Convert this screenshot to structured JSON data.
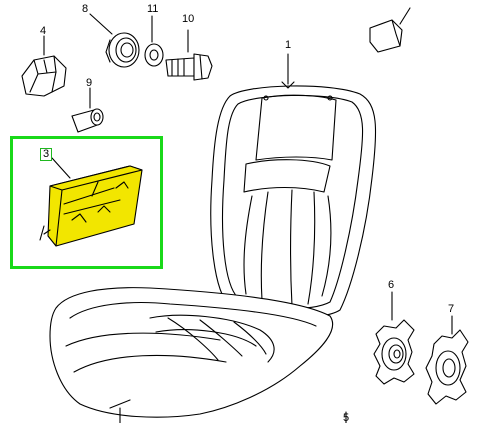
{
  "diagram": {
    "callouts": [
      {
        "id": "4",
        "text": "4"
      },
      {
        "id": "8",
        "text": "8"
      },
      {
        "id": "11",
        "text": "11"
      },
      {
        "id": "10",
        "text": "10"
      },
      {
        "id": "1",
        "text": "1"
      },
      {
        "id": "9",
        "text": "9"
      },
      {
        "id": "3",
        "text": "3"
      },
      {
        "id": "6",
        "text": "6"
      },
      {
        "id": "7",
        "text": "7"
      },
      {
        "id": "5",
        "text": "5"
      }
    ],
    "selected_part": "3",
    "colors": {
      "highlight_box": "#19d919",
      "selected_part_fill": "#f2e600",
      "line": "#000000",
      "background": "#ffffff"
    }
  }
}
